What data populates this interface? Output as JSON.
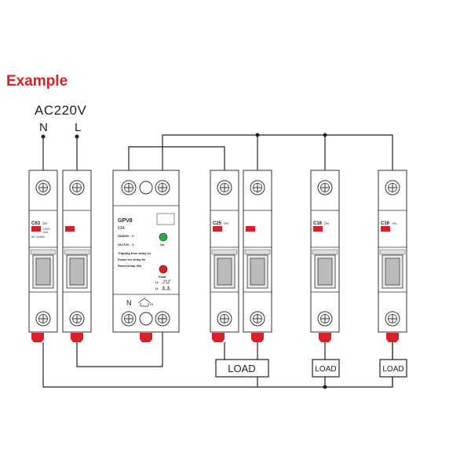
{
  "header": {
    "title": "Example",
    "source": "AC220V",
    "neutral": "N",
    "line": "L"
  },
  "breaker_main": {
    "rating": "C63",
    "on_label": "ON",
    "line1": "230V~",
    "line2": "6kA",
    "line3": "IEC 60898"
  },
  "protector": {
    "model": "GPV8",
    "current": "63A",
    "specs": [
      "U≥265V : V",
      "U≤170V : V",
      "Tripping time delay:1s",
      "Power on delay:5s",
      "Reset delay:30s"
    ],
    "us_label": "Us",
    "fault_label": "Fault",
    "wave_u": "U:",
    "wave_v": "U:",
    "neutral": "N",
    "in_label": "IN"
  },
  "breaker_2p": {
    "rating": "C25",
    "on_label": "ON"
  },
  "breaker_1p_a": {
    "rating": "C16",
    "on_label": "ON"
  },
  "breaker_1p_b": {
    "rating": "C16",
    "on_label": "ON"
  },
  "loads": [
    "LOAD",
    "LOAD",
    "LOAD"
  ],
  "colors": {
    "accent": "#d8202a",
    "line": "#222222",
    "green": "#2aa84a",
    "red": "#d8202a"
  }
}
